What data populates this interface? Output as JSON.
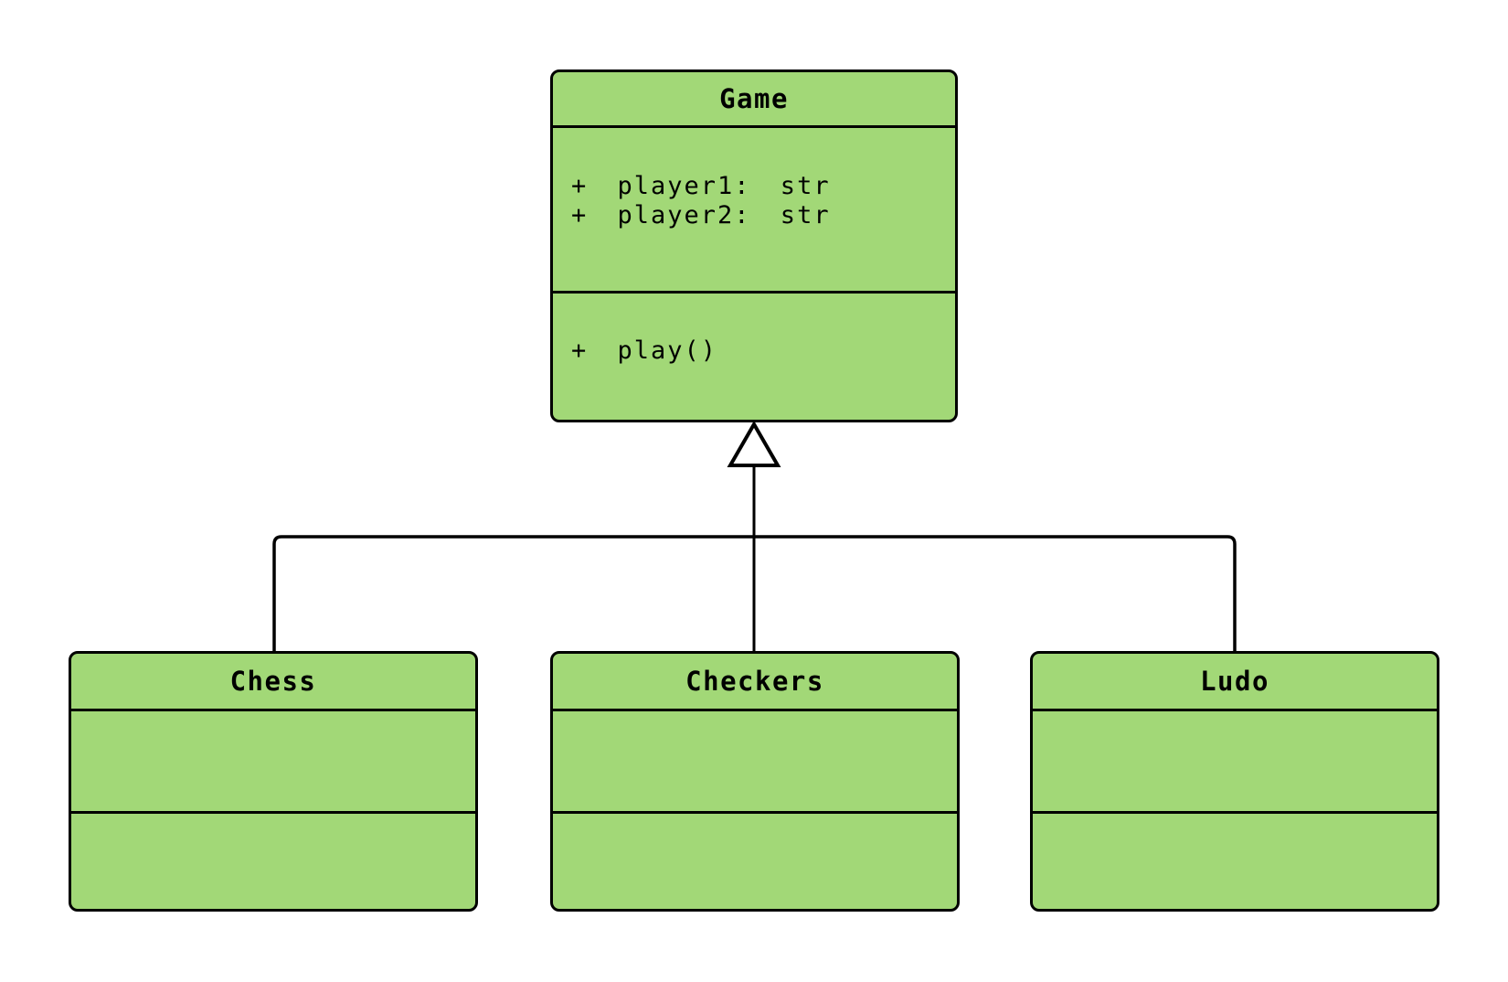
{
  "diagram": {
    "type": "uml-class-diagram",
    "classes": [
      {
        "name": "Game",
        "attributes": [
          "+ player1: str",
          "+ player2: str"
        ],
        "methods": [
          "+ play()"
        ]
      },
      {
        "name": "Chess",
        "attributes": [],
        "methods": []
      },
      {
        "name": "Checkers",
        "attributes": [],
        "methods": []
      },
      {
        "name": "Ludo",
        "attributes": [],
        "methods": []
      }
    ],
    "relationships": [
      {
        "from": "Chess",
        "to": "Game",
        "type": "inheritance"
      },
      {
        "from": "Checkers",
        "to": "Game",
        "type": "inheritance"
      },
      {
        "from": "Ludo",
        "to": "Game",
        "type": "inheritance"
      }
    ],
    "colors": {
      "class_fill": "#A2D877",
      "line": "#000000",
      "arrow_fill": "#FFFFFF",
      "background": "#FFFFFF"
    }
  }
}
